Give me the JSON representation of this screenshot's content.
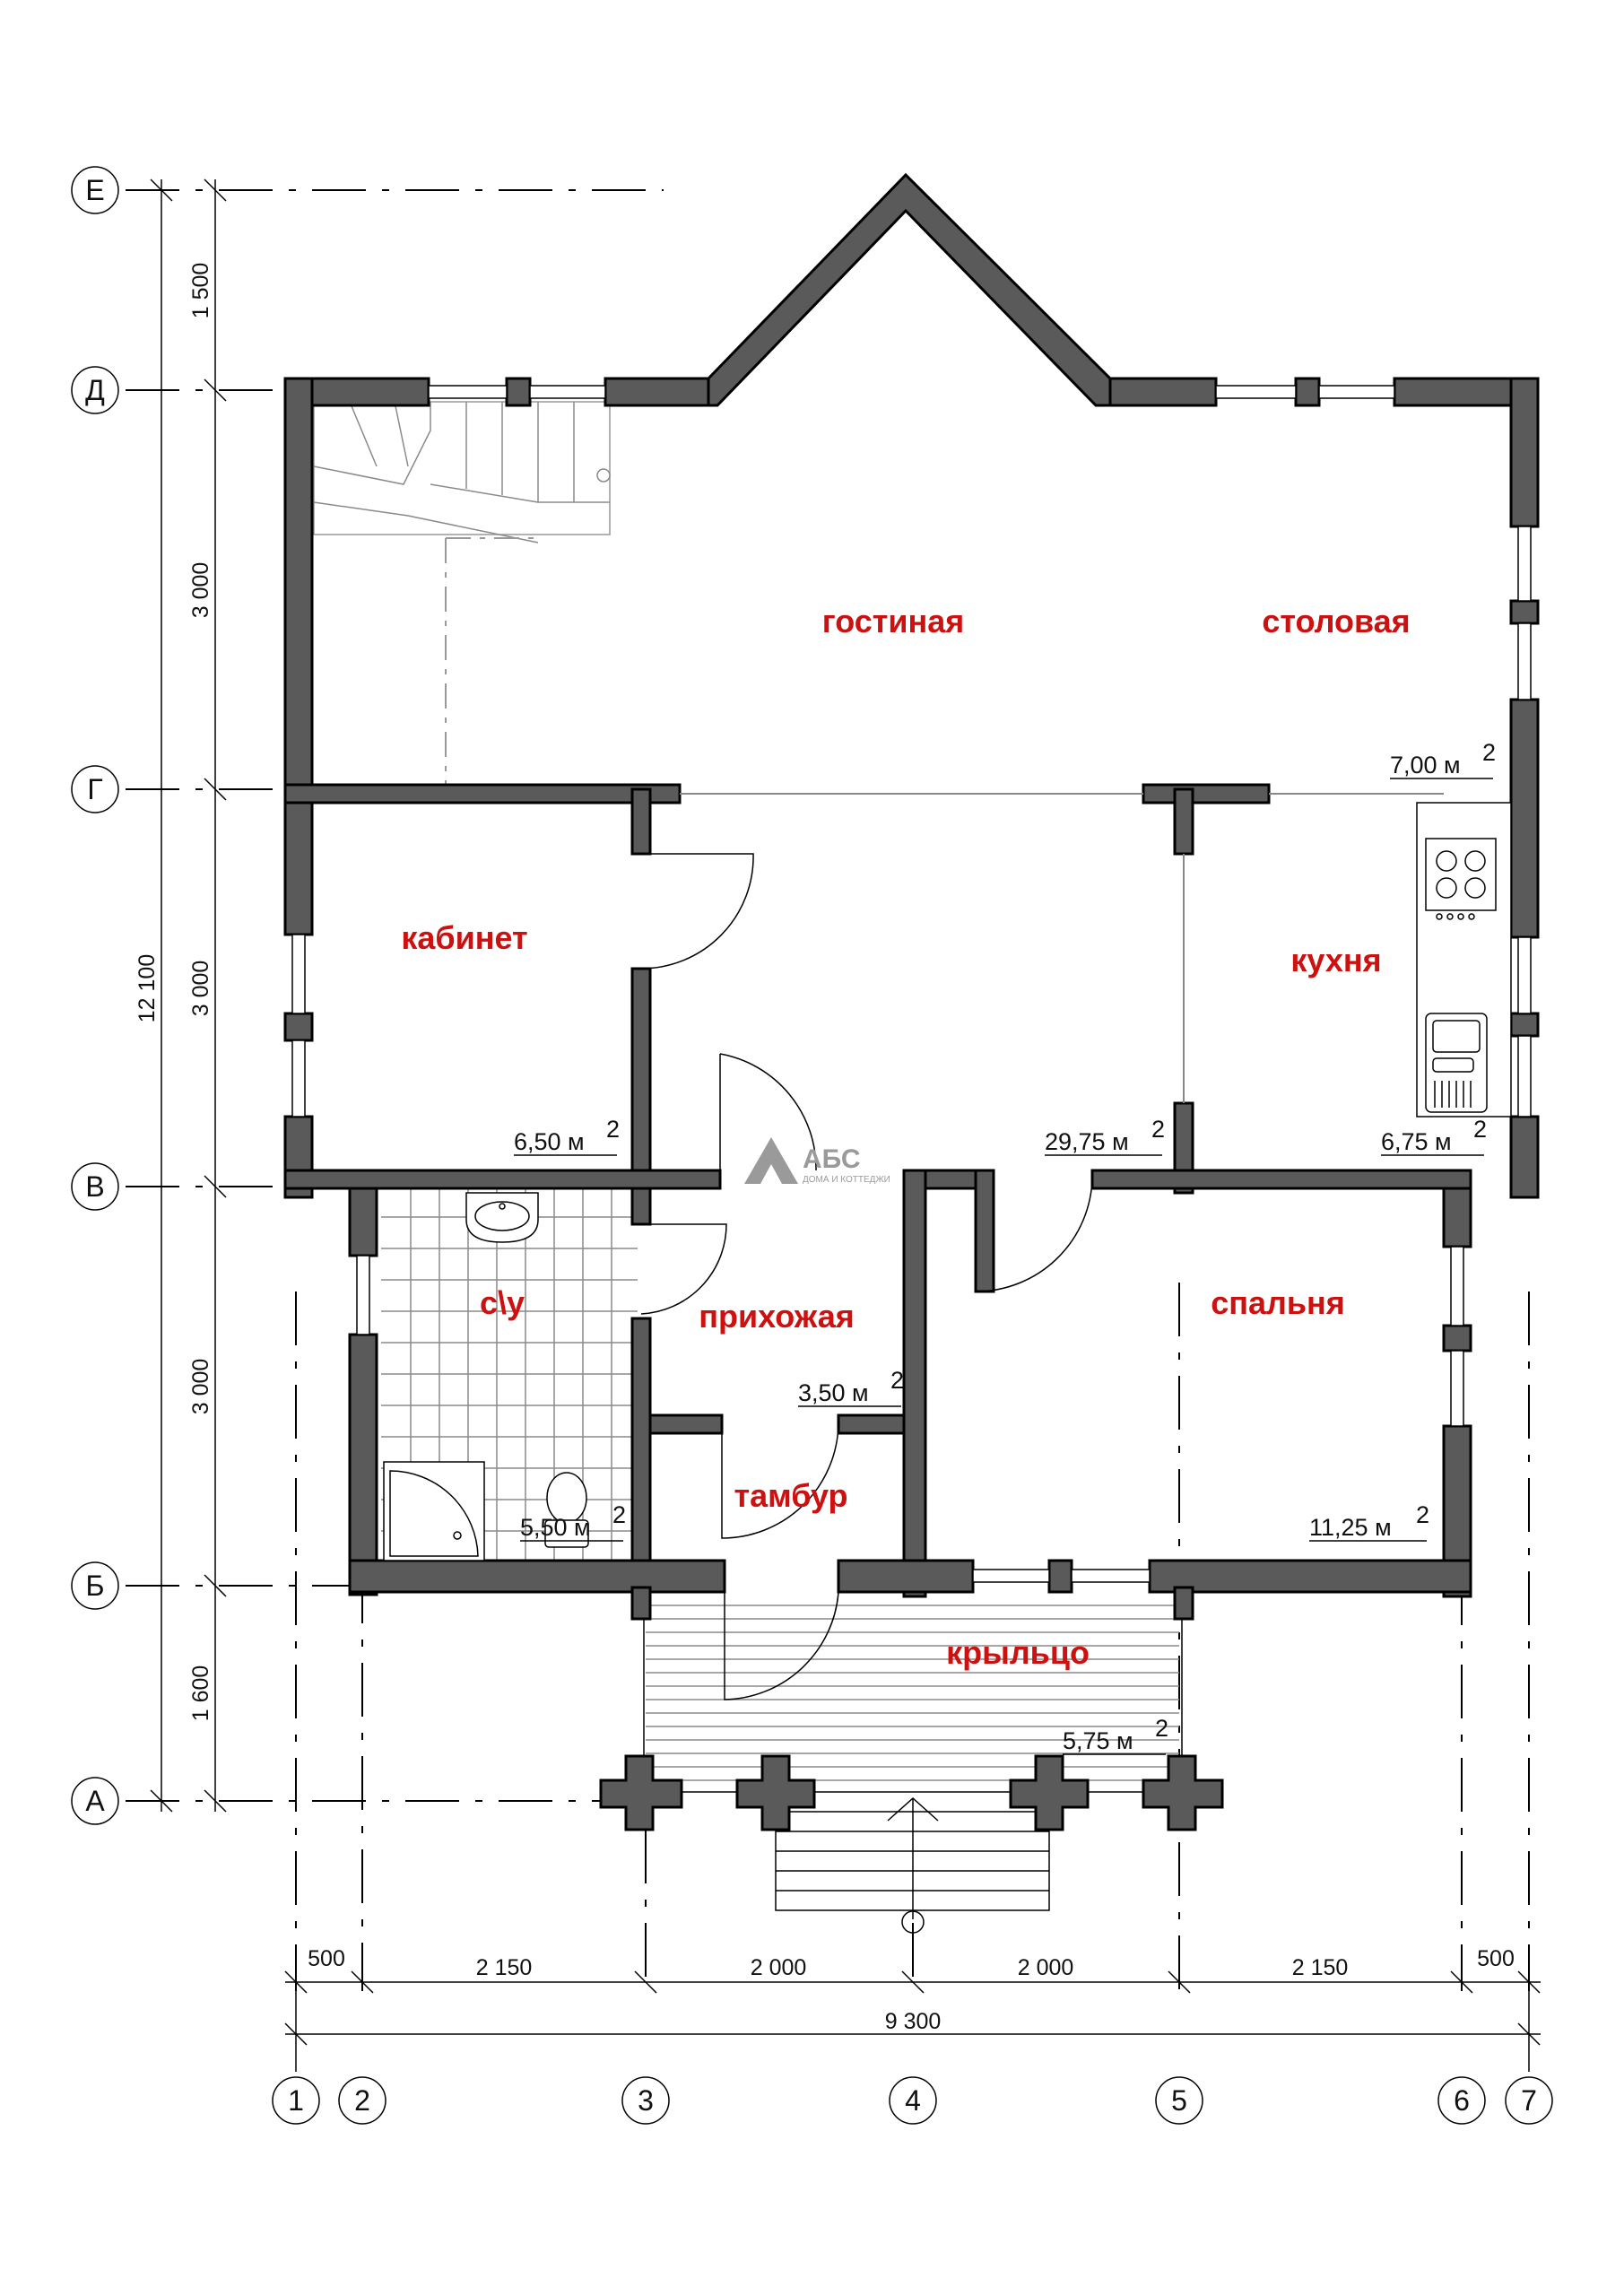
{
  "rooms": {
    "living": "гостиная",
    "dining": "столовая",
    "study": "кабинет",
    "kitchen": "кухня",
    "bath": "с\\у",
    "hall": "прихожая",
    "vestibule": "тамбур",
    "bedroom": "спальня",
    "porch": "крыльцо"
  },
  "areas": {
    "dining": "7,00 м",
    "study": "6,50 м",
    "hall_main": "29,75 м",
    "kitchen": "6,75 м",
    "hall": "3,50 м",
    "bath": "5,50 м",
    "bedroom": "11,25 м",
    "porch": "5,75 м",
    "sup": "2"
  },
  "axes_rows": [
    "Е",
    "Д",
    "Г",
    "В",
    "Б",
    "А"
  ],
  "axes_cols": [
    "1",
    "2",
    "3",
    "4",
    "5",
    "6",
    "7"
  ],
  "dims_vertical": [
    "1 500",
    "3 000",
    "3 000",
    "3 000",
    "1 600",
    "12 100"
  ],
  "dims_horizontal": [
    "500",
    "2 150",
    "2 000",
    "2 000",
    "2 150",
    "500",
    "9 300"
  ],
  "logo": {
    "name": "АБС",
    "tagline": "ДОМА И КОТТЕДЖИ"
  }
}
